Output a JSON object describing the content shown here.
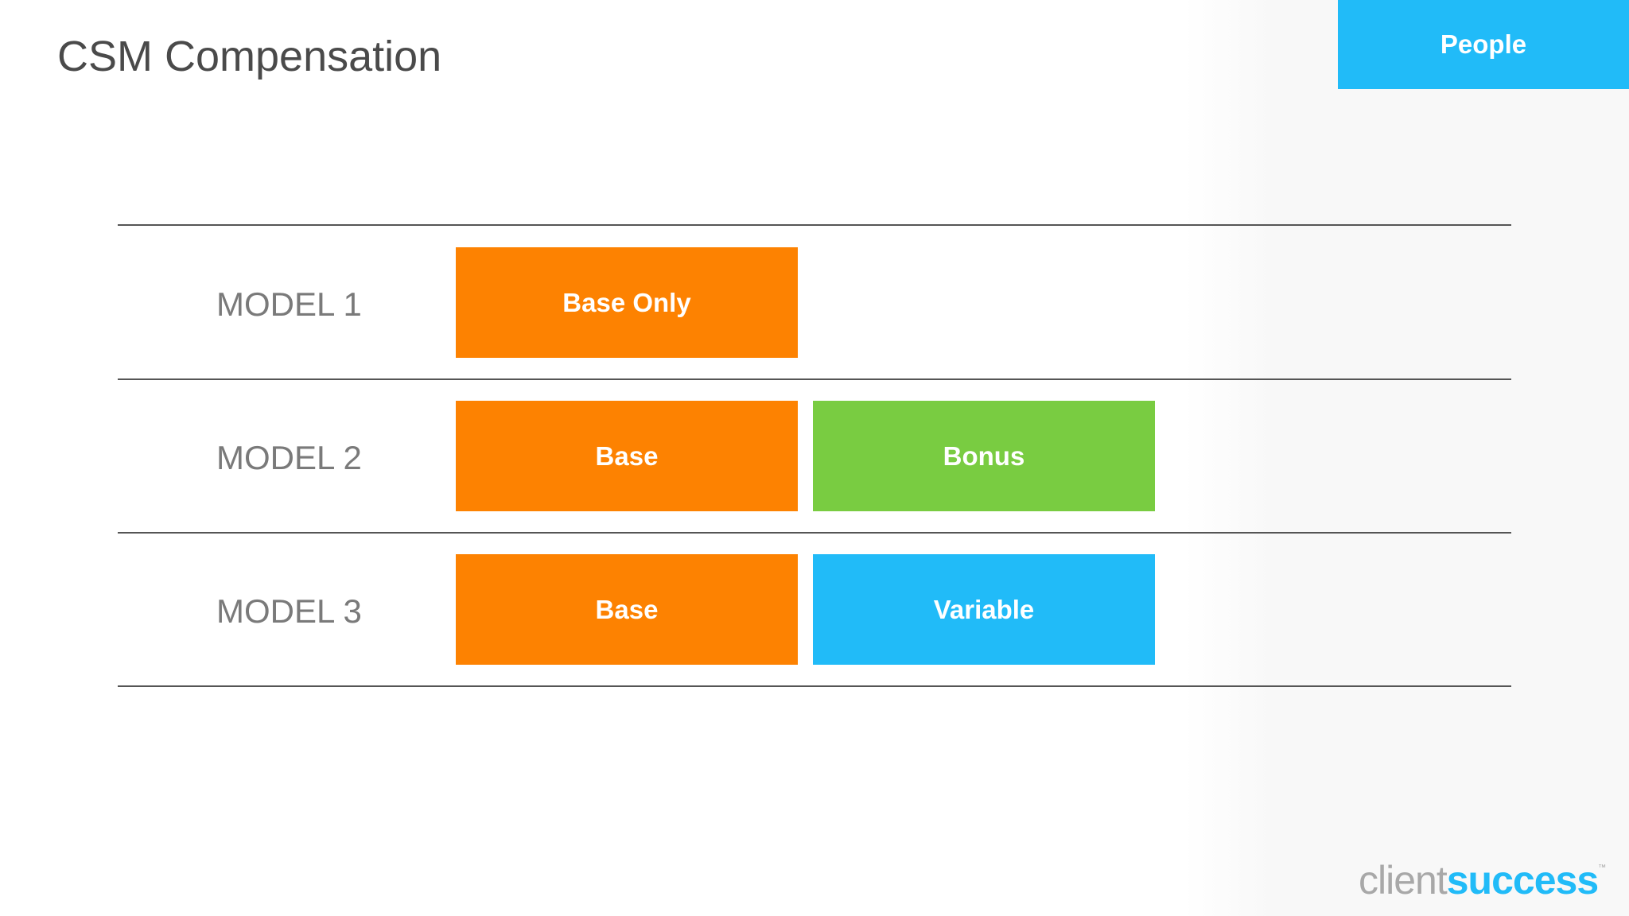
{
  "slide": {
    "title": "CSM Compensation",
    "tag": "People"
  },
  "models": [
    {
      "label": "MODEL 1",
      "boxes": [
        {
          "text": "Base Only",
          "color": "#fd8201"
        }
      ]
    },
    {
      "label": "MODEL 2",
      "boxes": [
        {
          "text": "Base",
          "color": "#fd8201"
        },
        {
          "text": "Bonus",
          "color": "#79cc41"
        }
      ]
    },
    {
      "label": "MODEL 3",
      "boxes": [
        {
          "text": "Base",
          "color": "#fd8201"
        },
        {
          "text": "Variable",
          "color": "#21bbf8"
        }
      ]
    }
  ],
  "logo": {
    "light": "client",
    "bold": "success",
    "mark": "™"
  },
  "colors": {
    "accent": "#21bbf8",
    "orange": "#fd8201",
    "green": "#79cc41"
  }
}
